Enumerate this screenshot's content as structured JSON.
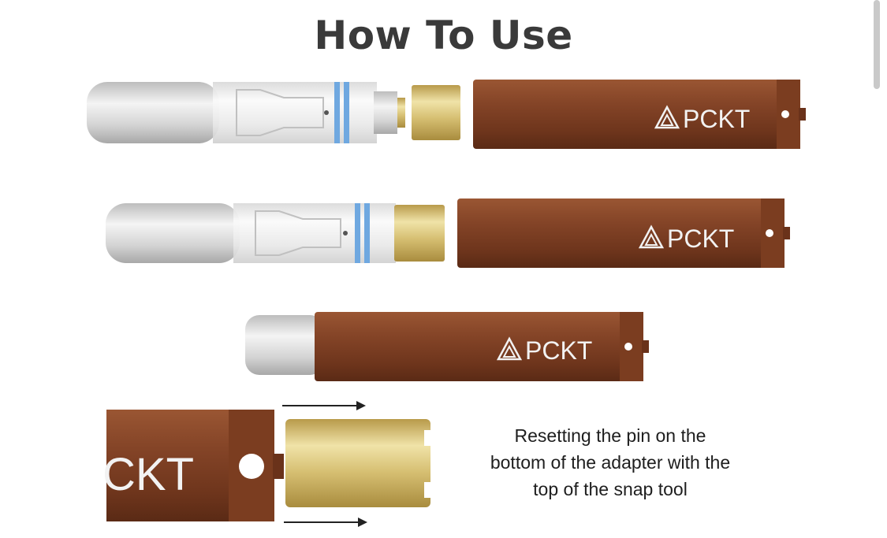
{
  "page": {
    "title": "How To Use"
  },
  "brand": {
    "name": "PCKT",
    "partial_name": "CKT"
  },
  "caption": {
    "lines": [
      "Resetting the pin on the",
      "bottom of the adapter with the",
      "top of the snap tool"
    ]
  },
  "colors": {
    "battery": "#7a3e22",
    "gold": "#d6bf72",
    "glass": "#e6e6e6",
    "blue_ring": "#6fa8e0",
    "title": "#3a3a3a"
  },
  "icons": [
    "triangle-logo-icon",
    "arrow-right-icon"
  ]
}
